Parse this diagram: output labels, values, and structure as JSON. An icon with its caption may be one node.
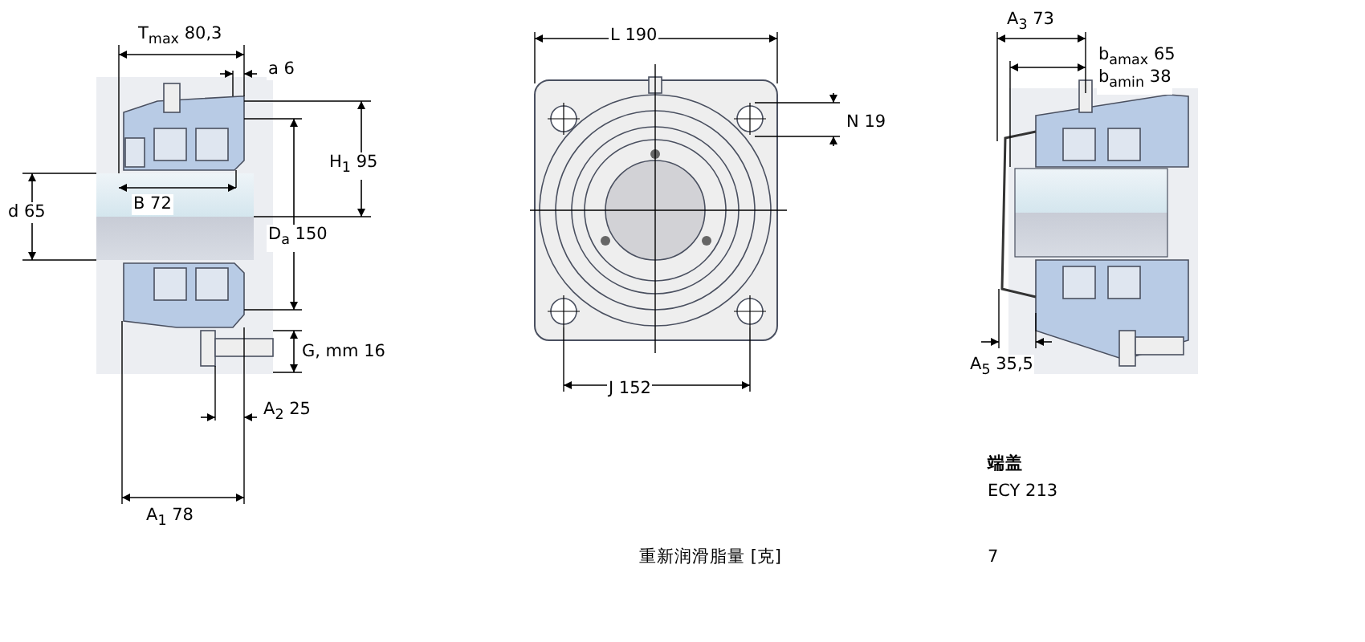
{
  "diagram": {
    "labels": [
      "T$_{max}$ 80,3",
      "a 6",
      "H$_{1}$ 95",
      "d 65",
      "B 72",
      "D$_{a}$ 150",
      "G, mm 16",
      "A$_{2}$ 25",
      "A$_{1}$ 78",
      "L 190",
      "N 19",
      "J 152",
      "A$_{3}$ 73",
      "b$_{amax}$ 65",
      "b$_{amin}$ 38",
      "A$_{5}$ 35,5",
      "端盖",
      "ECY 213",
      "重新润滑脂量 [克]",
      "7"
    ]
  }
}
